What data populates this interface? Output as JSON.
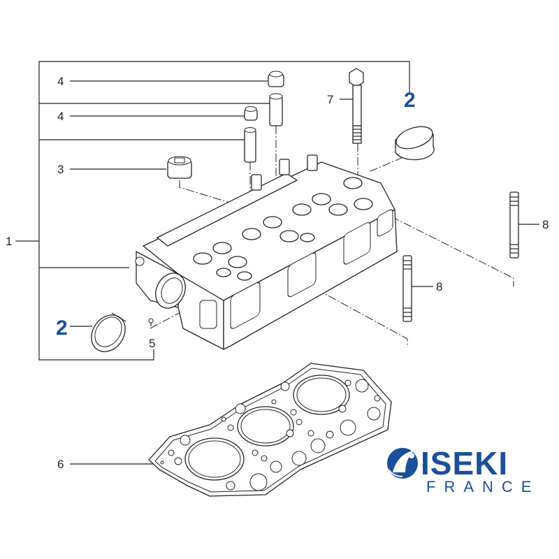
{
  "callouts": {
    "c1": "1",
    "c2_top": "2",
    "c2_left": "2",
    "c3": "3",
    "c4_top": "4",
    "c4_mid": "4",
    "c5": "5",
    "c6": "6",
    "c7": "7",
    "c8_right": "8",
    "c8_mid": "8"
  },
  "logo": {
    "brand": "ISEKI",
    "sub": "FRANCE",
    "color": "#1b4f9c"
  },
  "colors": {
    "line": "#222222",
    "accent": "#1b4f9c"
  }
}
